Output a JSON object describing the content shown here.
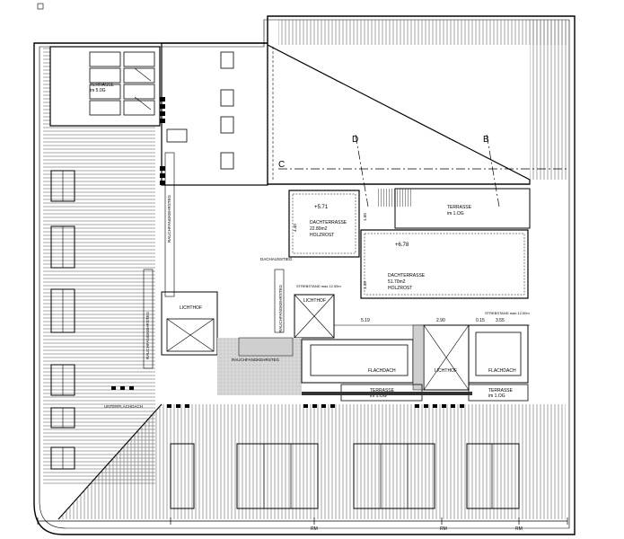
{
  "labels": {
    "terrasse_5og": "TERRASSE",
    "terrasse_5og_sub": "im 5.0G",
    "terrasse_1og_right": "TERRASSE",
    "terrasse_1og_right_sub": "im 1.OG",
    "dachterrasse_1": "DACHTERRASSE",
    "dachterrasse_1_area": "22.80m2",
    "dachterrasse_1_surface": "HOLZROST",
    "dachterrasse_2": "DACHTERRASSE",
    "dachterrasse_2_area": "51.70m2",
    "dachterrasse_2_surface": "HOLZROST",
    "level_1": "+5.71",
    "level_2": "+6.78",
    "lichthof_left": "LICHTHOF",
    "lichthof_center": "LICHTHOF",
    "lichthof_right": "LICHTHOF",
    "flachdach_1": "FLACHDACH",
    "flachdach_2": "FLACHDACH",
    "terrasse_1og_a": "TERRASSE",
    "terrasse_1og_a_sub": "im 1.OG",
    "terrasse_1og_b": "TERRASSE",
    "terrasse_1og_b_sub": "im 1.OG",
    "rauchfang_1": "RAUCHFANGKEHRSTEG",
    "rauchfang_2": "RAUCHFANGKEHRSTEG",
    "rauchfang_3": "RAUCHFANGKEHRSTEG",
    "rauchfang_4": "RAUCHFANGKEHRSTEG",
    "dachausstieg": "DACHAUSSTIEG",
    "flachdach_bottom": "UNTERFLACHDACH",
    "strebstand_1": "STREBSTAND max.12.00m",
    "strebstand_2": "STREBSTAND max.12.00m",
    "dim_519": "5.19",
    "dim_290": "2.90",
    "dim_015": "0.15",
    "dim_355": "3.55",
    "dim_118": "1.18",
    "dim_440": "4.40",
    "dim_150": "1.50",
    "section_c": "C",
    "section_b": "B",
    "section_d": "D",
    "dim_rm_1": "RM",
    "dim_rm_2": "RM",
    "dim_rm_3": "RM"
  },
  "colors": {
    "line": "#000000",
    "gray_fill": "#d9d9d9",
    "dark_gray_fill": "#bdbdbd",
    "hatch": "#555555"
  }
}
